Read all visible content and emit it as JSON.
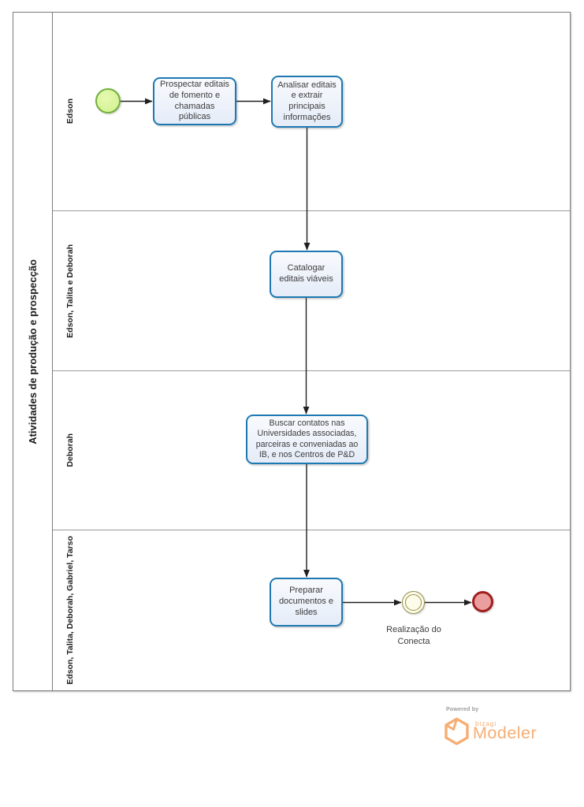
{
  "pool": {
    "title": "Atividades de produção e prospecção",
    "lanes": [
      {
        "label": "Edson"
      },
      {
        "label": "Edson, Talita e Deborah"
      },
      {
        "label": "Deborah"
      },
      {
        "label": "Edson, Talita, Deborah, Gabriel, Tarso"
      }
    ]
  },
  "nodes": {
    "tasks": [
      {
        "label": "Prospectar editais de fomento e chamadas públicas"
      },
      {
        "label": "Analisar editais e extrair principais informações"
      },
      {
        "label": "Catalogar editais viáveis"
      },
      {
        "label": "Buscar contatos nas Universidades associadas, parceiras e conveniadas ao IB, e nos Centros de P&D"
      },
      {
        "label": "Preparar documentos e slides"
      }
    ],
    "start_event": {
      "type": "start"
    },
    "intermediate_event": {
      "type": "intermediate",
      "label": "Realização do Conecta"
    },
    "end_event": {
      "type": "end"
    }
  },
  "footer": {
    "powered_by": "Powered by",
    "brand": "bizagi",
    "product": "Modeler"
  },
  "colors": {
    "task_border": "#1e79b2",
    "task_fill": "#e9eff9",
    "start_border": "#71af3d",
    "start_fill": "#d2f18d",
    "intermediate_border": "#96904d",
    "intermediate_fill": "#fdfbe9",
    "end_border": "#9f1f1f",
    "end_fill": "#eb9e9e",
    "flow_line": "#1f1f1f",
    "brand_orange": "#f6ae74",
    "powered_by_gray": "#9c9c9c"
  }
}
